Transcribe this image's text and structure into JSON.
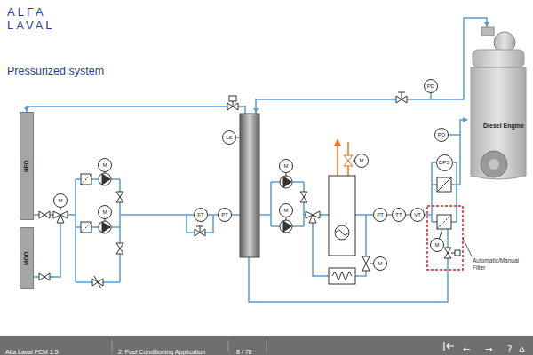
{
  "diagram": {
    "title": "Pressurized system",
    "nodes": [
      {
        "text": [
          "HFO"
        ]
      },
      {
        "text": [
          "MGO"
        ]
      },
      {
        "text": [
          "M"
        ]
      },
      {
        "text": [
          "M"
        ]
      },
      {
        "text": [
          "M"
        ]
      },
      {
        "text": [
          "FT"
        ]
      },
      {
        "text": [
          "PT"
        ]
      },
      {
        "text": [
          "LS"
        ]
      },
      {
        "text": [
          "M"
        ]
      },
      {
        "text": [
          "M"
        ]
      },
      {
        "text": [
          "M"
        ]
      },
      {
        "text": [
          "PD"
        ]
      },
      {
        "text": [
          "M"
        ]
      },
      {
        "text": [
          "PT"
        ]
      },
      {
        "text": [
          "TT"
        ]
      },
      {
        "text": [
          "VT"
        ]
      },
      {
        "text": [
          "PD"
        ]
      },
      {
        "text": [
          "DPS"
        ]
      },
      {
        "text": [
          "M"
        ]
      },
      {
        "text": [
          "Diesel Engine"
        ]
      }
    ],
    "edges": [
      {
        "from": 5,
        "to": 6,
        "arrow": "none"
      },
      {
        "from": 13,
        "to": 14,
        "arrow": "none"
      },
      {
        "from": 14,
        "to": 15,
        "arrow": "none"
      }
    ],
    "labels": [
      "ALFA LAVAL",
      "Automatic/Manual Filter",
      "Alfa Laval FCM 1.5",
      "2. Fuel Conditioning Application",
      "8 / 78",
      "←",
      "→",
      "?",
      "⌂"
    ]
  }
}
